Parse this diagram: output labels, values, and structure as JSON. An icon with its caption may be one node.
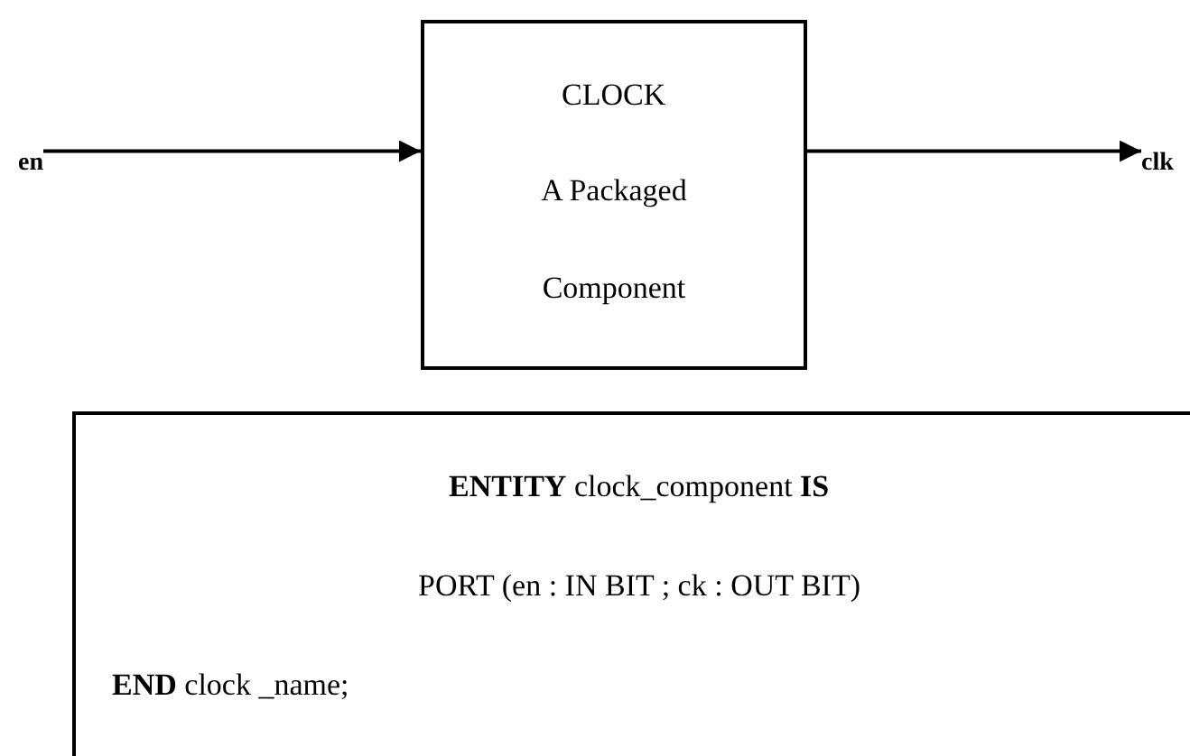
{
  "diagram": {
    "nodes": [
      {
        "text": [
          "en"
        ]
      },
      {
        "text": [
          "CLOCK",
          "A Packaged Component"
        ]
      },
      {
        "text": [
          "clk"
        ]
      },
      {
        "text": [
          "**ENTITY** clock_component **IS**",
          "PORT (en : IN BIT ; ck : OUT BIT)",
          "**END** clock _name;"
        ]
      }
    ],
    "edges": [
      {
        "from": 0,
        "to": 1,
        "arrow": "to"
      },
      {
        "from": 1,
        "to": 2,
        "arrow": "to"
      }
    ]
  }
}
